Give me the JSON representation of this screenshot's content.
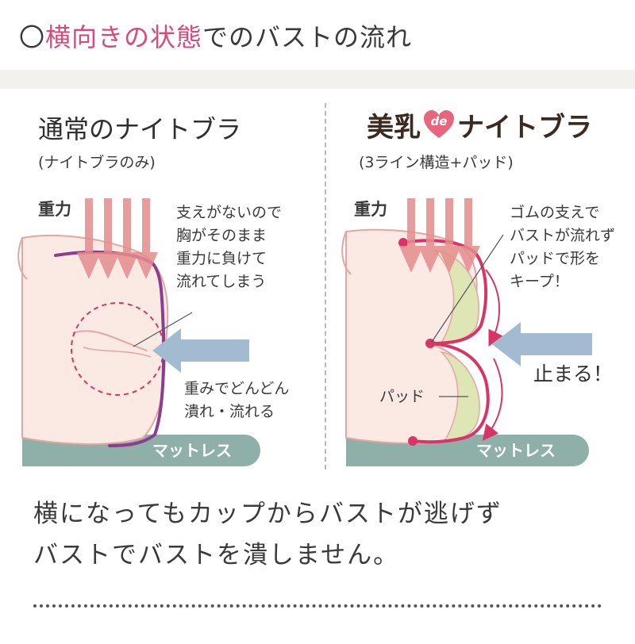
{
  "header": {
    "prefix_mark": "〇",
    "title_accent": "横向きの状態",
    "title_rest": "でのバストの流れ"
  },
  "left_panel": {
    "title": "通常のナイトブラ",
    "subtitle": "(ナイトブラのみ)",
    "gravity_label": "重力",
    "note_lines": [
      "支えがないので",
      "胸がそのまま",
      "重力に負けて",
      "流れてしまう"
    ],
    "weight_lines": [
      "重みでどんどん",
      "潰れ・流れる"
    ],
    "mattress_label": "マットレス"
  },
  "right_panel": {
    "title_part1": "美乳",
    "title_heart": "de",
    "title_part2": "ナイトブラ",
    "subtitle": "(3ライン構造+パッド)",
    "gravity_label": "重力",
    "note_lines": [
      "ゴムの支えで",
      "バストが流れず",
      "パッドで形を",
      "キープ！"
    ],
    "pad_label": "パッド",
    "stop_label": "止まる！",
    "mattress_label": "マットレス"
  },
  "caption": {
    "lines": [
      "横になってもカップからバストが逃げず",
      "バストでバストを潰しません。"
    ]
  },
  "colors": {
    "accent_pink": "#d94a7a",
    "skin": "#fbe9e4",
    "skin_outline": "#e4a6a3",
    "mattress": "#8fb0a8",
    "gravity_arrow": "#e48d8d",
    "side_arrow": "#a3bbd1",
    "bra_purple": "#8a3e8f",
    "bra_magenta": "#d83566",
    "pad_green": "#dde6b4"
  }
}
